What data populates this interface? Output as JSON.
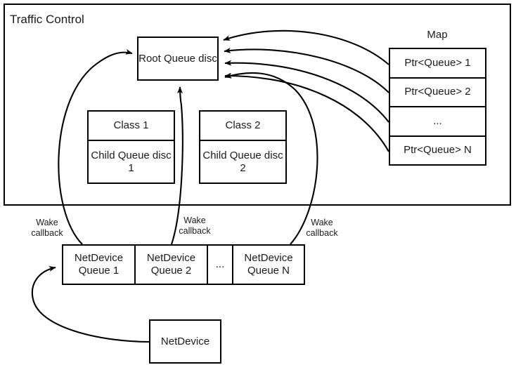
{
  "diagram": {
    "title": "Traffic Control",
    "frame_name": "traffic-control-frame"
  },
  "nodes": {
    "root_qdisc": "Root\nQueue disc",
    "class1_header": "Class 1",
    "class1_body": "Child\nQueue disc 1",
    "class2_header": "Class 2",
    "class2_body": "Child\nQueue disc 2",
    "netdevice": "NetDevice"
  },
  "map": {
    "label": "Map",
    "rows": [
      "Ptr<Queue> 1",
      "Ptr<Queue> 2",
      "...",
      "Ptr<Queue> N"
    ]
  },
  "device_queues": {
    "cells": [
      "NetDevice\nQueue 1",
      "NetDevice\nQueue 2",
      "...",
      "NetDevice\nQueue N"
    ]
  },
  "annotations": {
    "wake_callback_1": "Wake\ncallback",
    "wake_callback_2": "Wake\ncallback",
    "wake_callback_3": "Wake\ncallback"
  },
  "colors": {
    "stroke": "#000000",
    "text": "#1a1a1a",
    "background": "#ffffff"
  }
}
